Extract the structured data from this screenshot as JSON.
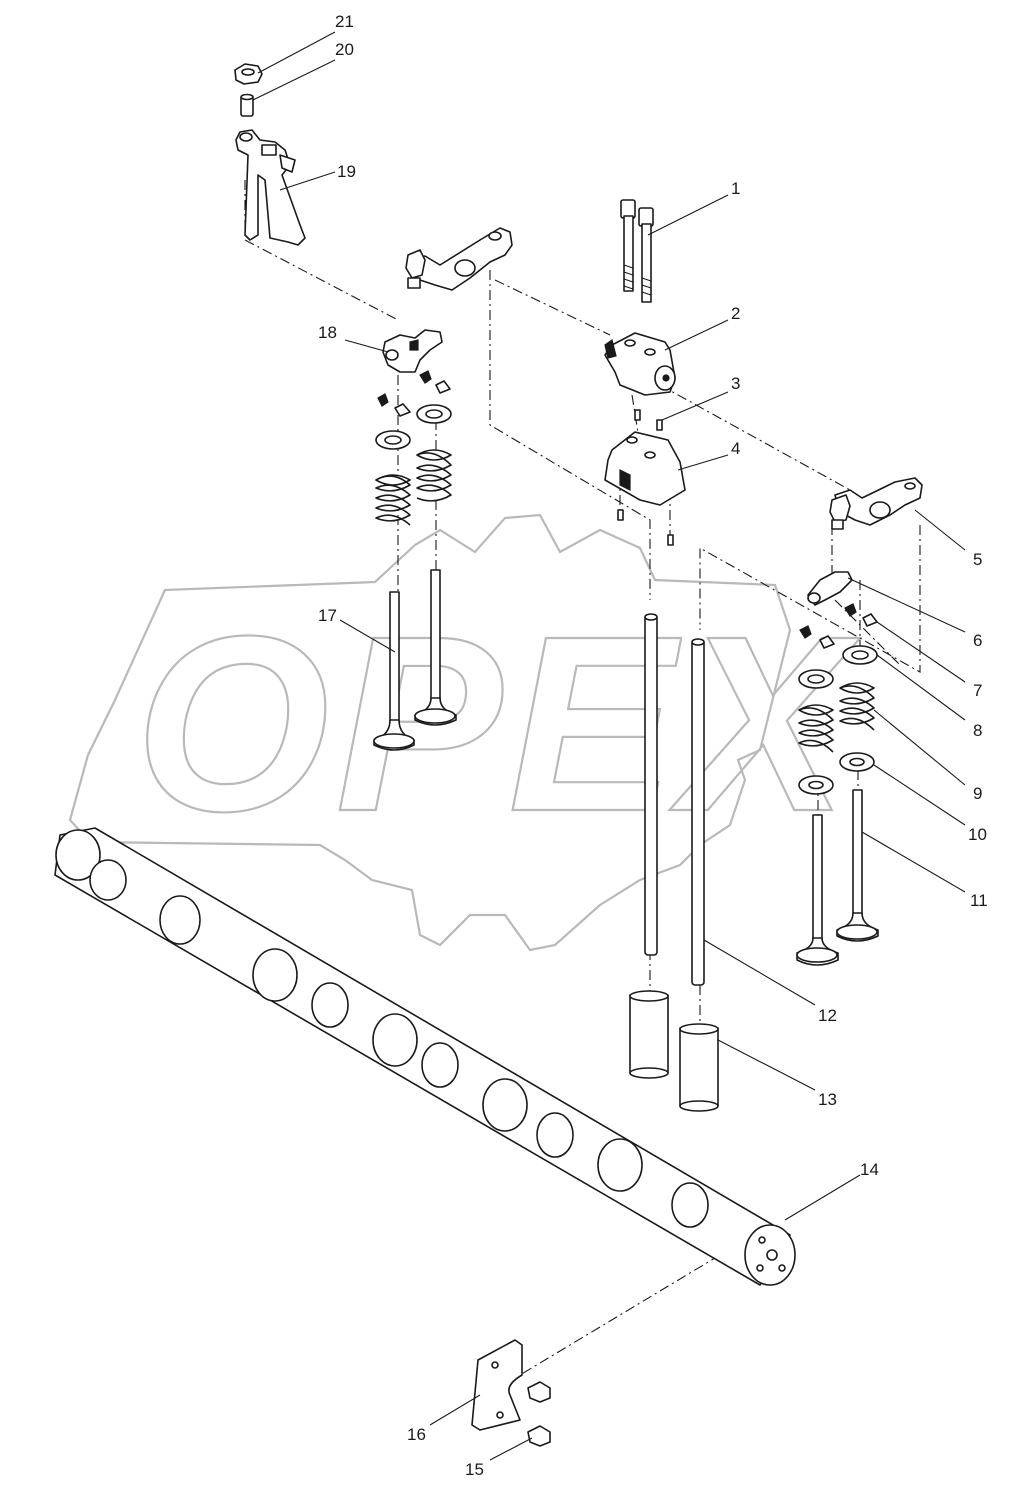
{
  "watermark": {
    "text": "OPEX",
    "color": "#b9b9b9"
  },
  "callouts": [
    "1",
    "2",
    "3",
    "4",
    "5",
    "6",
    "7",
    "8",
    "9",
    "10",
    "11",
    "12",
    "13",
    "14",
    "15",
    "16",
    "17",
    "18",
    "19",
    "20",
    "21"
  ],
  "line_color": "#1a1a1a"
}
